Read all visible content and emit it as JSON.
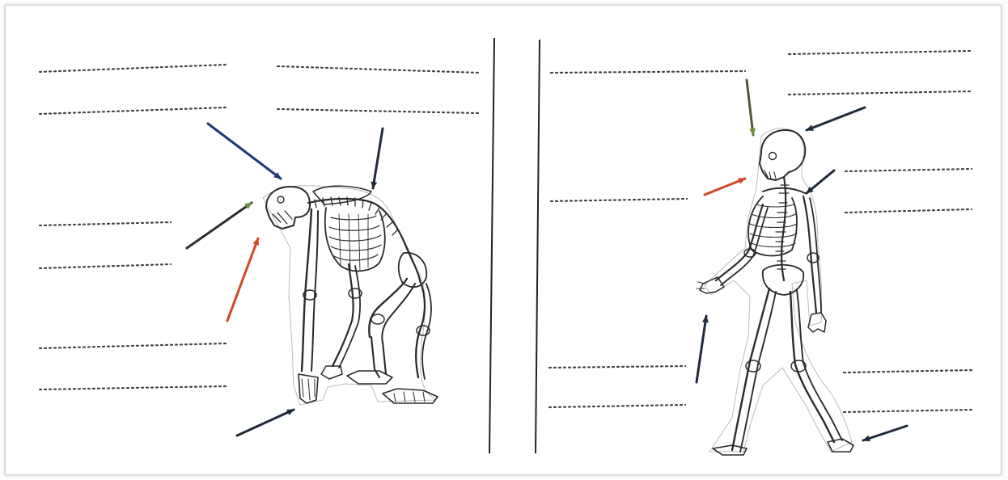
{
  "worksheet": {
    "panels": [
      {
        "id": "left",
        "subject": "ape-skeleton",
        "label_lines": 8
      },
      {
        "id": "right",
        "subject": "human-skeleton",
        "label_lines": 10
      }
    ],
    "arrow_colors": {
      "dark": "#1f2a3a",
      "blue": "#1f3a78",
      "red": "#d2462a",
      "green": "#6f8f3a"
    },
    "line_color": "#444444",
    "bone_color": "#2b2b2b"
  }
}
